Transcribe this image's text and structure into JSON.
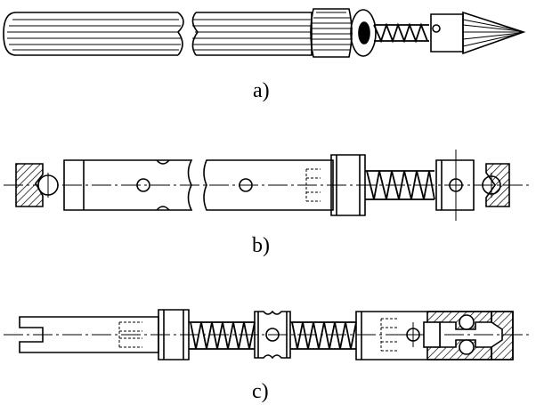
{
  "captions": {
    "a": "a)",
    "b": "b)",
    "c": "c)"
  },
  "colors": {
    "line": "#000000",
    "background": "#ffffff"
  }
}
